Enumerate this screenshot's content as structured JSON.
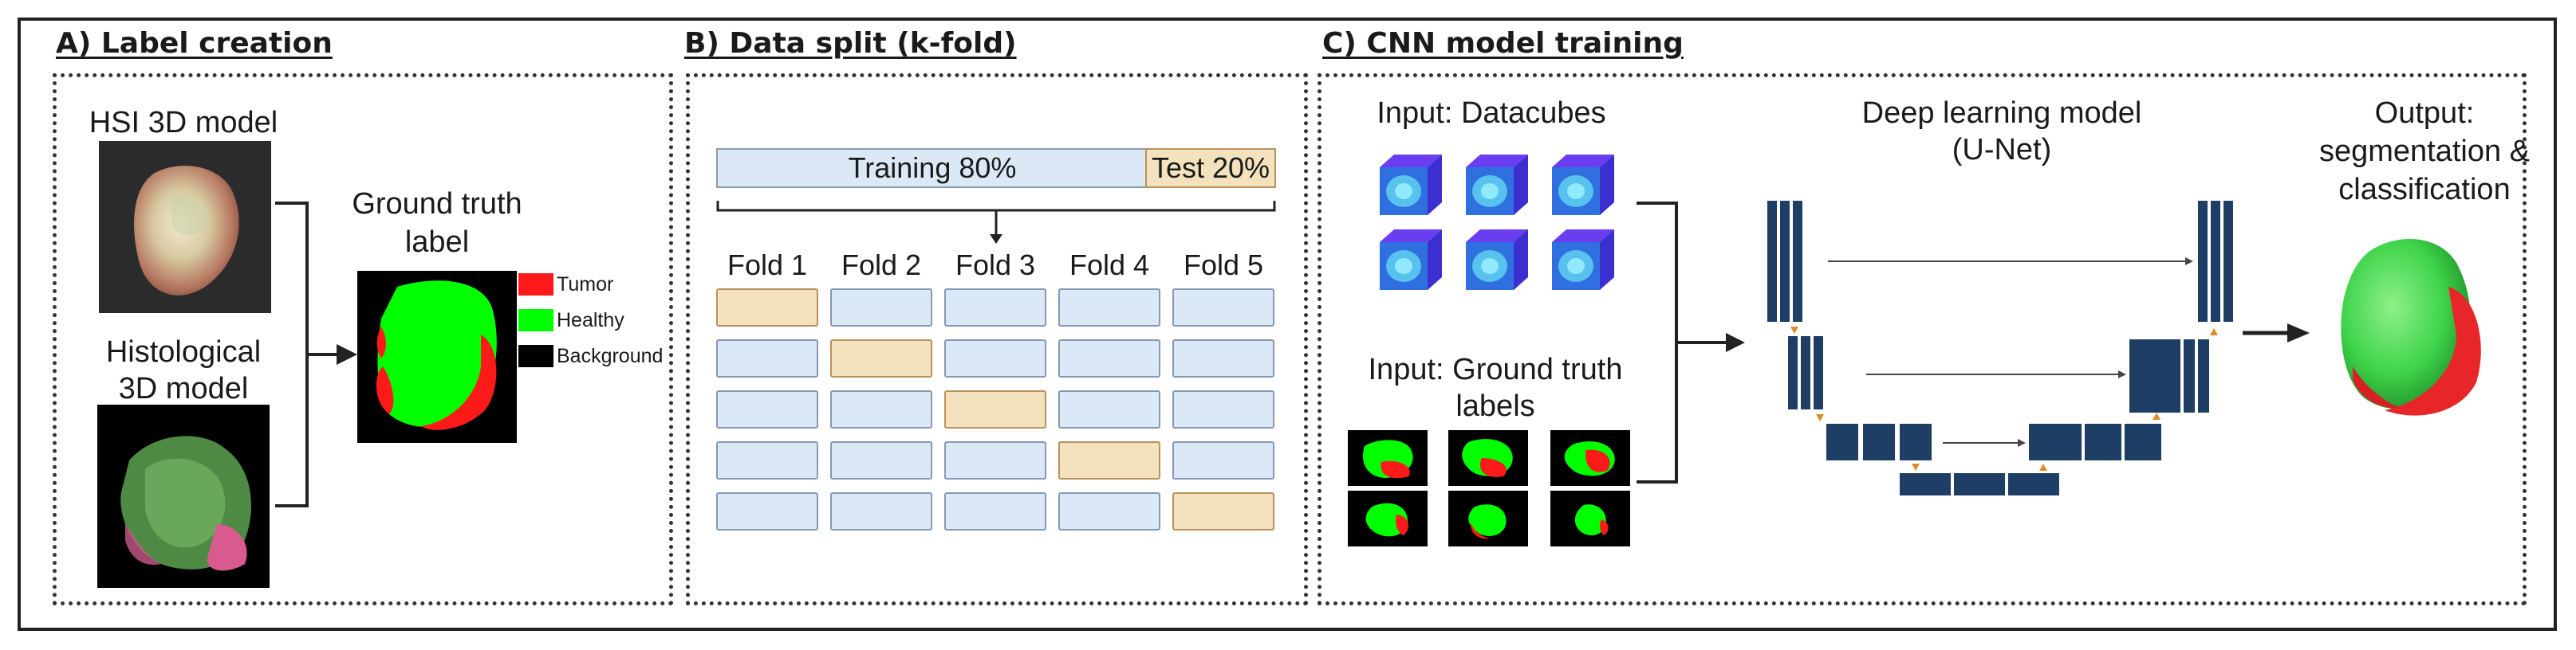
{
  "sections": {
    "a": {
      "heading": "A) Label creation",
      "hsi_label": "HSI 3D model",
      "histo_label_1": "Histological",
      "histo_label_2": "3D model",
      "gt_label_1": "Ground truth",
      "gt_label_2": "label",
      "legend": [
        {
          "label": "Tumor",
          "color": "#ff1a1a"
        },
        {
          "label": "Healthy",
          "color": "#00ff00"
        },
        {
          "label": "Background",
          "color": "#000000"
        }
      ]
    },
    "b": {
      "heading": "B) Data split  (k-fold)",
      "training_label": "Training 80%",
      "test_label": "Test 20%",
      "folds": [
        "Fold 1",
        "Fold 2",
        "Fold 3",
        "Fold 4",
        "Fold 5"
      ],
      "test_fold_by_row": [
        0,
        1,
        2,
        3,
        4
      ]
    },
    "c": {
      "heading": "C) CNN model training",
      "input_datacubes": "Input: Datacubes",
      "input_gt_1": "Input: Ground truth",
      "input_gt_2": "labels",
      "model_1": "Deep learning model",
      "model_2": "(U-Net)",
      "output_1": "Output:",
      "output_2": "segmentation &",
      "output_3": "classification"
    }
  },
  "colors": {
    "training_fill": "#dbe8f6",
    "test_fill": "#f3e2bd",
    "unet_block": "#1f3e66",
    "unet_arrow": "#e08a2c"
  }
}
